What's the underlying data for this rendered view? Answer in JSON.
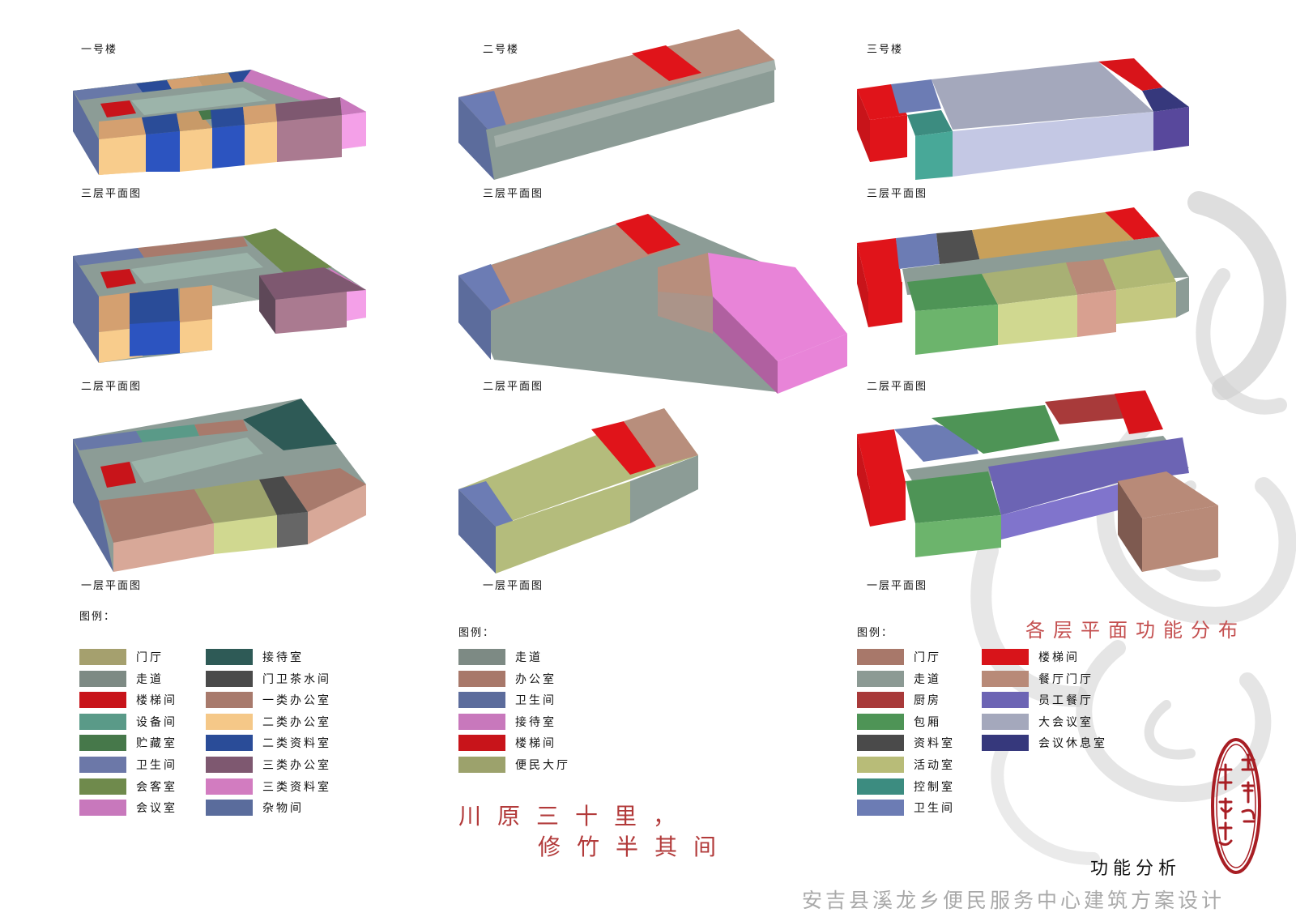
{
  "buildings": {
    "b1": {
      "name": "一号楼",
      "f3": "三层平面图",
      "f2": "二层平面图",
      "f1": "一层平面图"
    },
    "b2": {
      "name": "二号楼",
      "f3": "三层平面图",
      "f2": "二层平面图",
      "f1": "一层平面图"
    },
    "b3": {
      "name": "三号楼",
      "f3": "三层平面图",
      "f2": "二层平面图",
      "f1": "一层平面图"
    }
  },
  "legend1": {
    "title": "图例：",
    "col1": [
      {
        "label": "门厅",
        "color": "#a5a06e"
      },
      {
        "label": "走道",
        "color": "#7d8a84"
      },
      {
        "label": "楼梯间",
        "color": "#c8141a"
      },
      {
        "label": "设备间",
        "color": "#5a9a88"
      },
      {
        "label": "贮藏室",
        "color": "#46784a"
      },
      {
        "label": "卫生间",
        "color": "#6c78a8"
      },
      {
        "label": "会客室",
        "color": "#6f8a4c"
      },
      {
        "label": "会议室",
        "color": "#c878bc"
      }
    ],
    "col2": [
      {
        "label": "接待室",
        "color": "#2e5a56"
      },
      {
        "label": "门卫茶水间",
        "color": "#4a4a4a"
      },
      {
        "label": "一类办公室",
        "color": "#a87a6c"
      },
      {
        "label": "二类办公室",
        "color": "#f5c888"
      },
      {
        "label": "二类资料室",
        "color": "#2a4c98"
      },
      {
        "label": "三类办公室",
        "color": "#7e5870"
      },
      {
        "label": "三类资料室",
        "color": "#d27cc0"
      },
      {
        "label": "杂物间",
        "color": "#5a6c9c"
      }
    ]
  },
  "legend2": {
    "title": "图例：",
    "items": [
      {
        "label": "走道",
        "color": "#7d8a84"
      },
      {
        "label": "办公室",
        "color": "#a8786a"
      },
      {
        "label": "卫生间",
        "color": "#5c6c9c"
      },
      {
        "label": "接待室",
        "color": "#c878bc"
      },
      {
        "label": "楼梯间",
        "color": "#c8141a"
      },
      {
        "label": "便民大厅",
        "color": "#9ca26c"
      }
    ]
  },
  "legend3": {
    "title": "图例：",
    "col1": [
      {
        "label": "门厅",
        "color": "#a8786a"
      },
      {
        "label": "走道",
        "color": "#8c9a94"
      },
      {
        "label": "厨房",
        "color": "#a83a3a"
      },
      {
        "label": "包厢",
        "color": "#4e9456"
      },
      {
        "label": "资料室",
        "color": "#4a4a4a"
      },
      {
        "label": "活动室",
        "color": "#b8bc78"
      },
      {
        "label": "控制室",
        "color": "#3c8c80"
      },
      {
        "label": "卫生间",
        "color": "#6c7cb4"
      }
    ],
    "col2": [
      {
        "label": "楼梯间",
        "color": "#d8141a"
      },
      {
        "label": "餐厅门厅",
        "color": "#b88a78"
      },
      {
        "label": "员工餐厅",
        "color": "#6c64b4"
      },
      {
        "label": "大会议室",
        "color": "#a4a8bc"
      },
      {
        "label": "会议休息室",
        "color": "#36387c"
      }
    ]
  },
  "motto": {
    "line1": "川原三十里，",
    "line2": "修竹半其间"
  },
  "heading": "各层平面功能分布",
  "func_title": "功能分析",
  "project_title": "安吉县溪龙乡便民服务中心建筑方案设计",
  "seal": {
    "text": "安吉县溪龙乡"
  }
}
